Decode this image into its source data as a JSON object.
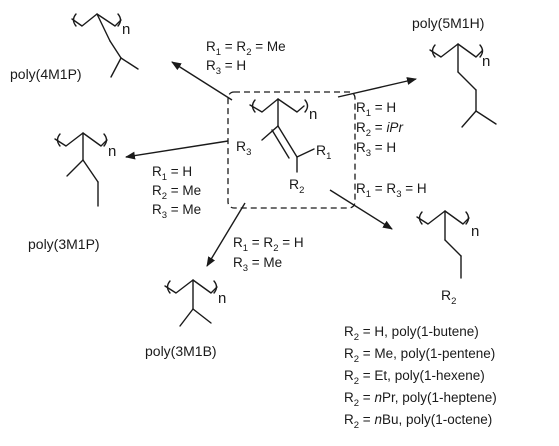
{
  "polymers": {
    "p4m1p": "poly(4M1P)",
    "p5m1h": "poly(5M1H)",
    "p3m1p": "poly(3M1P)",
    "p3m1b": "poly(3M1B)"
  },
  "monomer": {
    "n": "n",
    "r1": "R",
    "r1_sub": "1",
    "r2": "R",
    "r2_sub": "2",
    "r3": "R",
    "r3_sub": "3"
  },
  "conditions": {
    "c4m1p": [
      {
        "parts": [
          "R",
          "1",
          " = R",
          "2",
          " = Me"
        ]
      },
      {
        "parts": [
          "R",
          "3",
          " = H"
        ]
      }
    ],
    "c5m1h": [
      {
        "parts": [
          "R",
          "1",
          " = H"
        ]
      },
      {
        "parts": [
          "R",
          "2",
          " = ",
          "iPr"
        ]
      },
      {
        "parts": [
          "R",
          "3",
          " = H"
        ]
      }
    ],
    "c3m1p": [
      {
        "parts": [
          "R",
          "1",
          " = H"
        ]
      },
      {
        "parts": [
          "R",
          "2",
          " = Me"
        ]
      },
      {
        "parts": [
          "R",
          "3",
          " = Me"
        ]
      }
    ],
    "c3m1b": [
      {
        "parts": [
          "R",
          "1",
          " = R",
          "2",
          " = H"
        ]
      },
      {
        "parts": [
          "R",
          "3",
          " = Me"
        ]
      }
    ],
    "clin": [
      {
        "parts": [
          "R",
          "1",
          " = R",
          "3",
          " = H"
        ]
      }
    ]
  },
  "linear_series": [
    {
      "prefix": "R",
      "sub": "2",
      "value": " = H, poly(1-butene)"
    },
    {
      "prefix": "R",
      "sub": "2",
      "value": " = Me, poly(1-pentene)"
    },
    {
      "prefix": "R",
      "sub": "2",
      "value": " = Et, poly(1-hexene)"
    },
    {
      "prefix": "R",
      "sub": "2",
      "value": " = ",
      "italic": "n",
      "rest": "Pr, poly(1-heptene)"
    },
    {
      "prefix": "R",
      "sub": "2",
      "value": " = ",
      "italic": "n",
      "rest": "Bu, poly(1-octene)"
    }
  ],
  "generic_r2": {
    "r": "R",
    "sub": "2"
  }
}
